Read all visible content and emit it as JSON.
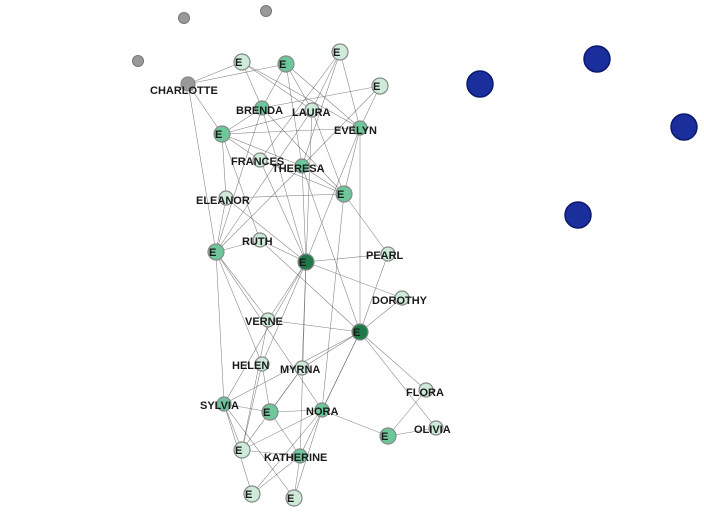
{
  "colors": {
    "background": "#ffffff",
    "edge": "#555555",
    "dark_green": "#1f7a4a",
    "medium_green": "#6ec79b",
    "light_green": "#cdebd8",
    "isolate_gray": "#999999",
    "isolate_blue": "#1a2e9c"
  },
  "women": [
    {
      "id": "CHARLOTTE",
      "label": "CHARLOTTE"
    },
    {
      "id": "BRENDA",
      "label": "BRENDA"
    },
    {
      "id": "LAURA",
      "label": "LAURA"
    },
    {
      "id": "EVELYN",
      "label": "EVELYN"
    },
    {
      "id": "FRANCES",
      "label": "FRANCES"
    },
    {
      "id": "THERESA",
      "label": "THERESA"
    },
    {
      "id": "ELEANOR",
      "label": "ELEANOR"
    },
    {
      "id": "RUTH",
      "label": "RUTH"
    },
    {
      "id": "PEARL",
      "label": "PEARL"
    },
    {
      "id": "DOROTHY",
      "label": "DOROTHY"
    },
    {
      "id": "VERNE",
      "label": "VERNE"
    },
    {
      "id": "HELEN",
      "label": "HELEN"
    },
    {
      "id": "MYRNA",
      "label": "MYRNA"
    },
    {
      "id": "SYLVIA",
      "label": "SYLVIA"
    },
    {
      "id": "NORA",
      "label": "NORA"
    },
    {
      "id": "FLORA",
      "label": "FLORA"
    },
    {
      "id": "OLIVIA",
      "label": "OLIVIA"
    },
    {
      "id": "KATHERINE",
      "label": "KATHERINE"
    }
  ],
  "events": [
    {
      "id": "E1",
      "label": "E",
      "shade": "light"
    },
    {
      "id": "E2",
      "label": "E",
      "shade": "medium"
    },
    {
      "id": "E3",
      "label": "E",
      "shade": "light"
    },
    {
      "id": "E4",
      "label": "E",
      "shade": "light"
    },
    {
      "id": "E5",
      "label": "E",
      "shade": "medium"
    },
    {
      "id": "E6",
      "label": "E",
      "shade": "medium"
    },
    {
      "id": "E7",
      "label": "E",
      "shade": "medium"
    },
    {
      "id": "E8",
      "label": "E",
      "shade": "dark"
    },
    {
      "id": "E9",
      "label": "E",
      "shade": "dark"
    },
    {
      "id": "E10",
      "label": "E",
      "shade": "medium"
    },
    {
      "id": "E11",
      "label": "E",
      "shade": "medium"
    },
    {
      "id": "E12",
      "label": "E",
      "shade": "light"
    },
    {
      "id": "E13",
      "label": "E",
      "shade": "light"
    },
    {
      "id": "E14",
      "label": "E",
      "shade": "light"
    }
  ],
  "isolates": [
    {
      "id": "g1",
      "color": "gray"
    },
    {
      "id": "g2",
      "color": "gray"
    },
    {
      "id": "g3",
      "color": "gray"
    },
    {
      "id": "b1",
      "color": "blue"
    },
    {
      "id": "b2",
      "color": "blue"
    },
    {
      "id": "b3",
      "color": "blue"
    },
    {
      "id": "b4",
      "color": "blue"
    }
  ],
  "edges": [
    [
      "CHARLOTTE",
      "E1"
    ],
    [
      "CHARLOTTE",
      "E2"
    ],
    [
      "CHARLOTTE",
      "E5"
    ],
    [
      "CHARLOTTE",
      "E7"
    ],
    [
      "BRENDA",
      "E1"
    ],
    [
      "BRENDA",
      "E2"
    ],
    [
      "BRENDA",
      "E4"
    ],
    [
      "BRENDA",
      "E5"
    ],
    [
      "BRENDA",
      "E6"
    ],
    [
      "BRENDA",
      "E7"
    ],
    [
      "BRENDA",
      "E8"
    ],
    [
      "LAURA",
      "E1"
    ],
    [
      "LAURA",
      "E2"
    ],
    [
      "LAURA",
      "E3"
    ],
    [
      "LAURA",
      "E5"
    ],
    [
      "LAURA",
      "E6"
    ],
    [
      "LAURA",
      "E7"
    ],
    [
      "LAURA",
      "E8"
    ],
    [
      "EVELYN",
      "E1"
    ],
    [
      "EVELYN",
      "E2"
    ],
    [
      "EVELYN",
      "E3"
    ],
    [
      "EVELYN",
      "E4"
    ],
    [
      "EVELYN",
      "E5"
    ],
    [
      "EVELYN",
      "E6"
    ],
    [
      "EVELYN",
      "E8"
    ],
    [
      "EVELYN",
      "E9"
    ],
    [
      "FRANCES",
      "E3"
    ],
    [
      "FRANCES",
      "E5"
    ],
    [
      "FRANCES",
      "E6"
    ],
    [
      "FRANCES",
      "E8"
    ],
    [
      "THERESA",
      "E2"
    ],
    [
      "THERESA",
      "E3"
    ],
    [
      "THERESA",
      "E4"
    ],
    [
      "THERESA",
      "E5"
    ],
    [
      "THERESA",
      "E6"
    ],
    [
      "THERESA",
      "E7"
    ],
    [
      "THERESA",
      "E8"
    ],
    [
      "THERESA",
      "E9"
    ],
    [
      "ELEANOR",
      "E5"
    ],
    [
      "ELEANOR",
      "E6"
    ],
    [
      "ELEANOR",
      "E7"
    ],
    [
      "ELEANOR",
      "E8"
    ],
    [
      "RUTH",
      "E5"
    ],
    [
      "RUTH",
      "E7"
    ],
    [
      "RUTH",
      "E8"
    ],
    [
      "RUTH",
      "E9"
    ],
    [
      "PEARL",
      "E6"
    ],
    [
      "PEARL",
      "E8"
    ],
    [
      "PEARL",
      "E9"
    ],
    [
      "DOROTHY",
      "E8"
    ],
    [
      "DOROTHY",
      "E9"
    ],
    [
      "VERNE",
      "E7"
    ],
    [
      "VERNE",
      "E8"
    ],
    [
      "VERNE",
      "E9"
    ],
    [
      "VERNE",
      "E12"
    ],
    [
      "HELEN",
      "E7"
    ],
    [
      "HELEN",
      "E8"
    ],
    [
      "HELEN",
      "E10"
    ],
    [
      "HELEN",
      "E12"
    ],
    [
      "MYRNA",
      "E8"
    ],
    [
      "MYRNA",
      "E9"
    ],
    [
      "MYRNA",
      "E10"
    ],
    [
      "MYRNA",
      "E12"
    ],
    [
      "SYLVIA",
      "E7"
    ],
    [
      "SYLVIA",
      "E8"
    ],
    [
      "SYLVIA",
      "E9"
    ],
    [
      "SYLVIA",
      "E10"
    ],
    [
      "SYLVIA",
      "E12"
    ],
    [
      "SYLVIA",
      "E13"
    ],
    [
      "SYLVIA",
      "E14"
    ],
    [
      "NORA",
      "E6"
    ],
    [
      "NORA",
      "E7"
    ],
    [
      "NORA",
      "E9"
    ],
    [
      "NORA",
      "E10"
    ],
    [
      "NORA",
      "E11"
    ],
    [
      "NORA",
      "E12"
    ],
    [
      "NORA",
      "E13"
    ],
    [
      "NORA",
      "E14"
    ],
    [
      "FLORA",
      "E9"
    ],
    [
      "FLORA",
      "E11"
    ],
    [
      "OLIVIA",
      "E9"
    ],
    [
      "OLIVIA",
      "E11"
    ],
    [
      "KATHERINE",
      "E8"
    ],
    [
      "KATHERINE",
      "E9"
    ],
    [
      "KATHERINE",
      "E10"
    ],
    [
      "KATHERINE",
      "E12"
    ],
    [
      "KATHERINE",
      "E13"
    ],
    [
      "KATHERINE",
      "E14"
    ]
  ]
}
